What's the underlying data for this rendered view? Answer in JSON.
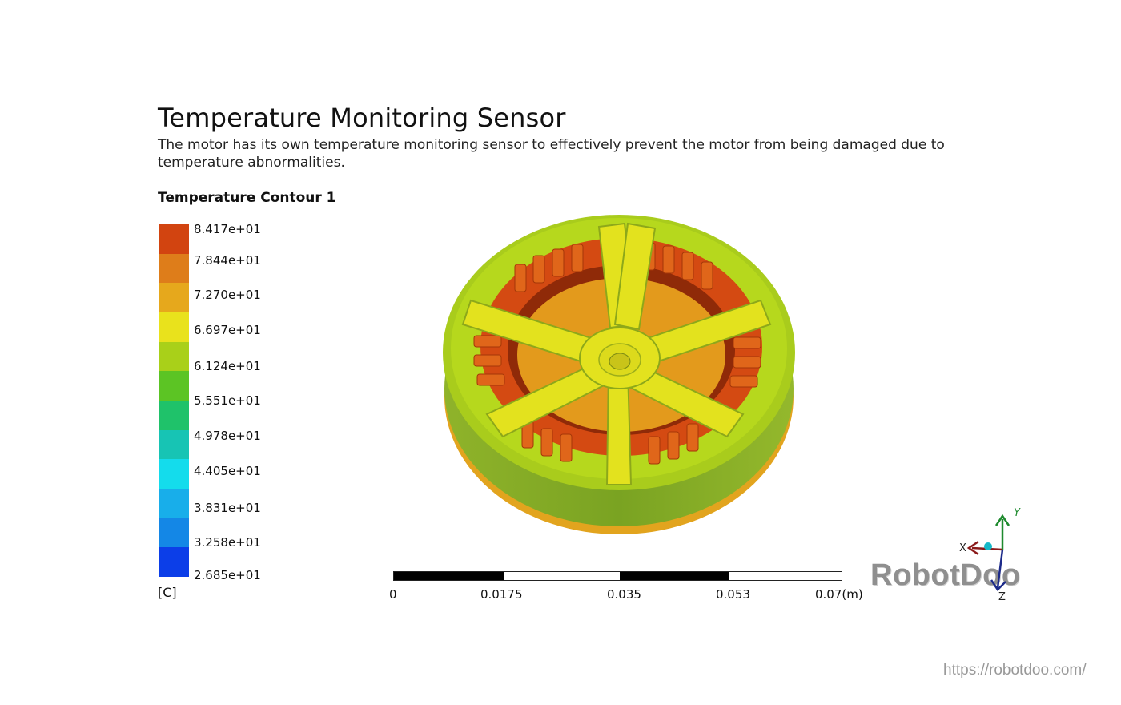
{
  "header": {
    "title": "Temperature Monitoring Sensor",
    "description": "The motor has its own temperature monitoring sensor to effectively prevent the motor from being damaged due to temperature abnormalities."
  },
  "legend": {
    "title": "Temperature Contour 1",
    "unit": "[C]",
    "colors": [
      "#d24410",
      "#de7d1a",
      "#e6a81c",
      "#e9e21c",
      "#a9d019",
      "#5cc424",
      "#1fc26a",
      "#17c4b4",
      "#14dcec",
      "#18aeea",
      "#1487e6",
      "#0c3ee8"
    ],
    "labels": [
      "8.417e+01",
      "7.844e+01",
      "7.270e+01",
      "6.697e+01",
      "6.124e+01",
      "5.551e+01",
      "4.978e+01",
      "4.405e+01",
      "3.831e+01",
      "3.258e+01",
      "2.685e+01"
    ]
  },
  "scale_bar": {
    "labels": [
      "0",
      "0.0175",
      "0.035",
      "0.053",
      "0.07(m)"
    ]
  },
  "axes": {
    "x_label": "X",
    "y_label": "Y",
    "z_label": "Z"
  },
  "watermark": {
    "brand": "RobotDoo",
    "url": "https://robotdoo.com/"
  }
}
